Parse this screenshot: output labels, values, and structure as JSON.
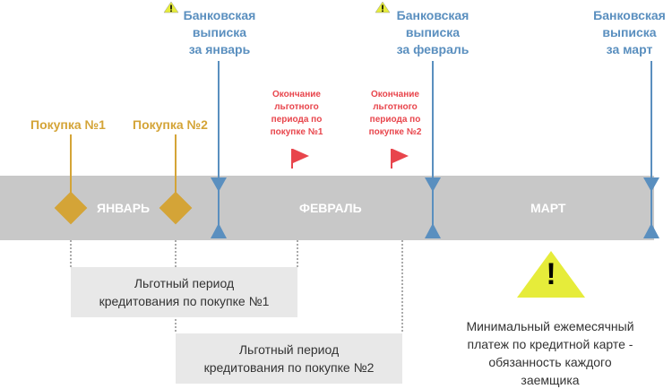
{
  "statements": {
    "jan": "Банковская\nвыписка\nза январь",
    "feb": "Банковская\nвыписка\nза февраль",
    "mar": "Банковская\nвыписка\nза март"
  },
  "purchases": {
    "p1": "Покупка №1",
    "p2": "Покупка №2"
  },
  "grace_end": {
    "p1": "Окончание\nльготного\nпериода по\nпокупке №1",
    "p2": "Окончание\nльготного\nпериода по\nпокупке №2"
  },
  "months": {
    "jan": "ЯНВАРЬ",
    "feb": "ФЕВРАЛЬ",
    "mar": "МАРТ"
  },
  "grace_periods": {
    "p1": "Льготный период\nкредитования по покупке №1",
    "p2": "Льготный период\nкредитования по покупке №2"
  },
  "note": "Минимальный ежемесячный\nплатеж по кредитной карте -\nобязанность каждого\nзаемщика",
  "warning_mark": "!",
  "colors": {
    "timeline": "#c8c8c8",
    "statement": "#5a8fbf",
    "purchase": "#d4a437",
    "grace_end": "#e8454c",
    "warning": "#e6ec3a"
  }
}
